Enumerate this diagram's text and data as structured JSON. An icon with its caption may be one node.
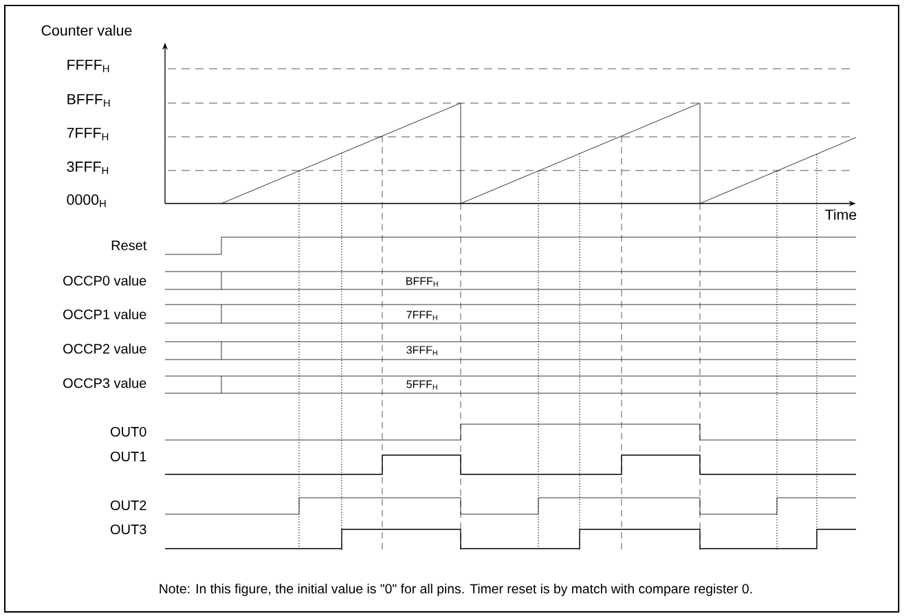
{
  "diagram": {
    "caption": "Note: In this figure, the initial value is \"0\" for all pins. Timer reset is by match with compare register 0.",
    "labels": [
      "Counter value",
      "FFFF$_{H}$",
      "BFFF$_{H}$",
      "7FFF$_{H}$",
      "3FFF$_{H}$",
      "0000$_{H}$",
      "Time",
      "Reset",
      "OCCP0 value",
      "BFFF$_{H}$",
      "OCCP1 value",
      "7FFF$_{H}$",
      "OCCP2 value",
      "3FFF$_{H}$",
      "OCCP3 value",
      "5FFF$_{H}$",
      "OUT0",
      "OUT1",
      "OUT2",
      "OUT3"
    ]
  }
}
